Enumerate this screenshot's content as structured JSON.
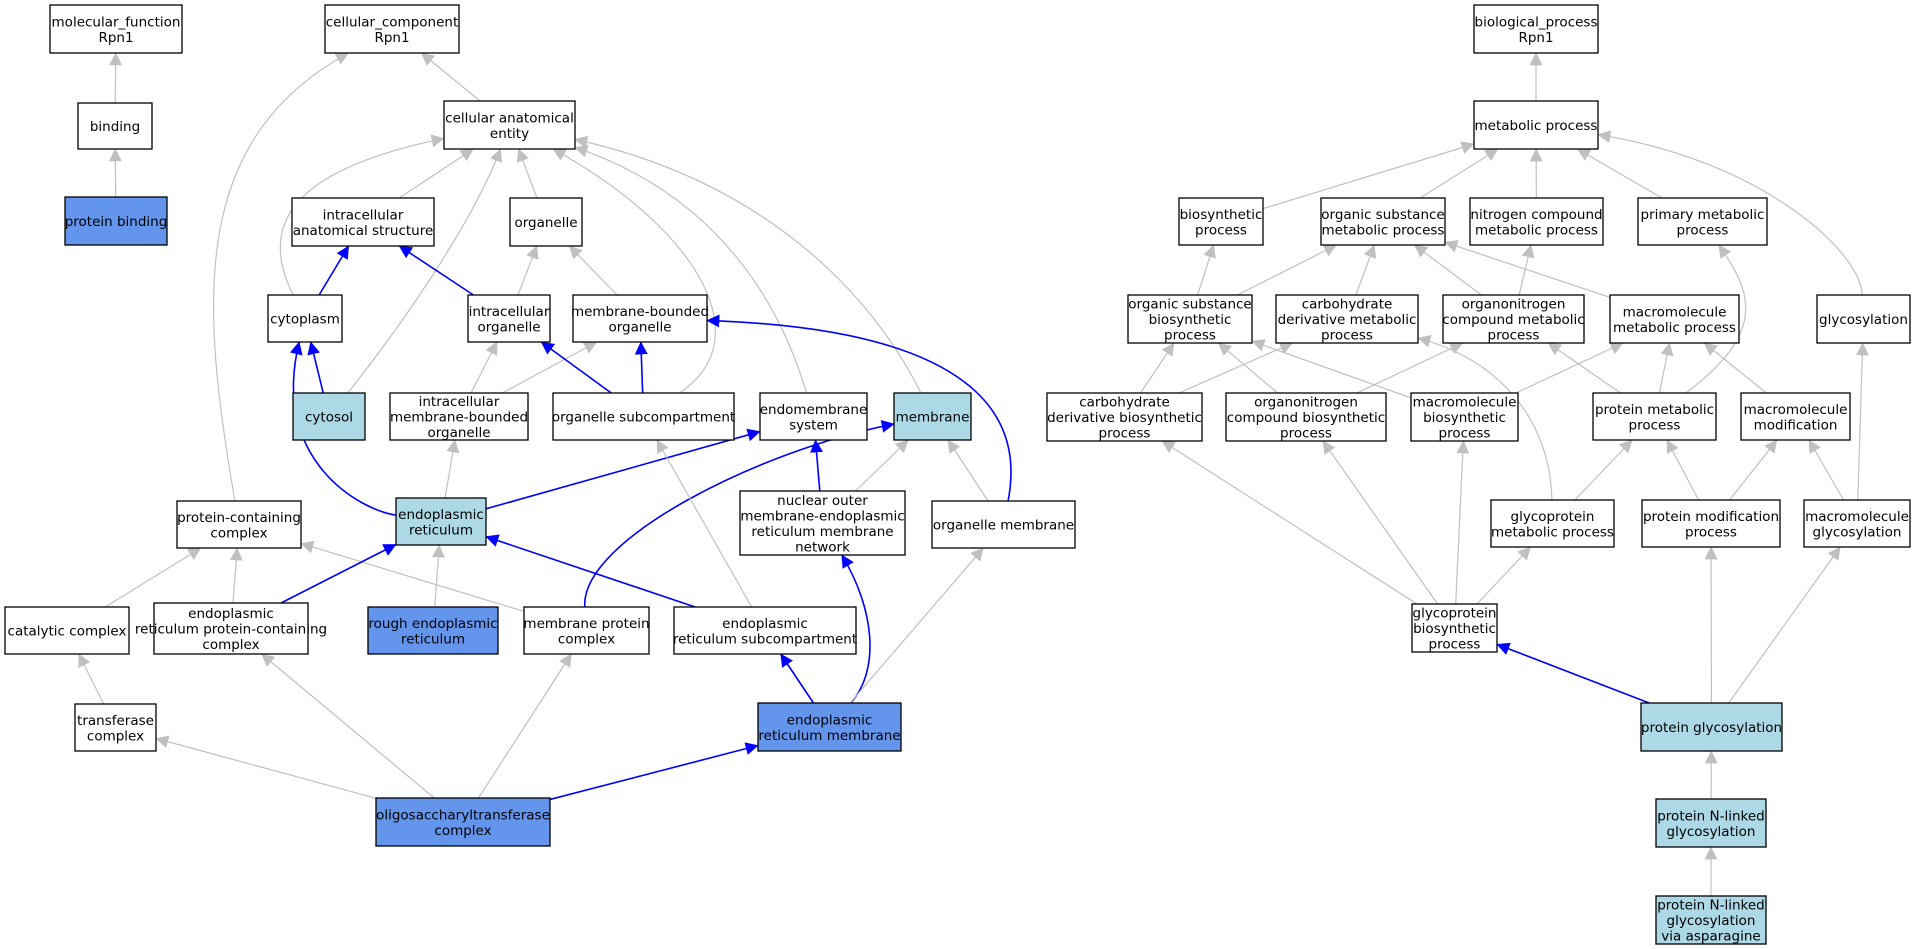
{
  "graph": {
    "colors": {
      "default_fill": "#ffffff",
      "direct_annotation_fill": "#6495ed",
      "ancestor_highlight_fill": "#add8e6",
      "stroke": "#000000",
      "is_a_edge": "#c0c0c0",
      "part_of_edge": "#0000ff"
    },
    "nodes": [
      {
        "id": "mf_root",
        "lines": [
          "molecular_function",
          "Rpn1"
        ],
        "style": "default"
      },
      {
        "id": "binding",
        "lines": [
          "binding"
        ],
        "style": "default"
      },
      {
        "id": "protein_binding",
        "lines": [
          "protein binding"
        ],
        "style": "direct"
      },
      {
        "id": "cc_root",
        "lines": [
          "cellular_component",
          "Rpn1"
        ],
        "style": "default"
      },
      {
        "id": "cellular_anatomical_entity",
        "lines": [
          "cellular anatomical",
          "entity"
        ],
        "style": "default"
      },
      {
        "id": "intracellular_anatomical_structure",
        "lines": [
          "intracellular",
          "anatomical structure"
        ],
        "style": "default"
      },
      {
        "id": "organelle",
        "lines": [
          "organelle"
        ],
        "style": "default"
      },
      {
        "id": "cytoplasm",
        "lines": [
          "cytoplasm"
        ],
        "style": "default"
      },
      {
        "id": "intracellular_organelle",
        "lines": [
          "intracellular",
          "organelle"
        ],
        "style": "default"
      },
      {
        "id": "membrane_bounded_organelle",
        "lines": [
          "membrane-bounded",
          "organelle"
        ],
        "style": "default"
      },
      {
        "id": "cytosol",
        "lines": [
          "cytosol"
        ],
        "style": "highlight"
      },
      {
        "id": "intracellular_membrane_bounded_organelle",
        "lines": [
          "intracellular",
          "membrane-bounded",
          "organelle"
        ],
        "style": "default"
      },
      {
        "id": "organelle_subcompartment",
        "lines": [
          "organelle subcompartment"
        ],
        "style": "default"
      },
      {
        "id": "endomembrane_system",
        "lines": [
          "endomembrane",
          "system"
        ],
        "style": "default"
      },
      {
        "id": "membrane",
        "lines": [
          "membrane"
        ],
        "style": "highlight"
      },
      {
        "id": "protein_containing_complex",
        "lines": [
          "protein-containing",
          "complex"
        ],
        "style": "default"
      },
      {
        "id": "endoplasmic_reticulum",
        "lines": [
          "endoplasmic",
          "reticulum"
        ],
        "style": "highlight"
      },
      {
        "id": "nuclear_outer_membrane_er_network",
        "lines": [
          "nuclear outer",
          "membrane-endoplasmic",
          "reticulum membrane",
          "network"
        ],
        "style": "default"
      },
      {
        "id": "organelle_membrane",
        "lines": [
          "organelle membrane"
        ],
        "style": "default"
      },
      {
        "id": "catalytic_complex",
        "lines": [
          "catalytic complex"
        ],
        "style": "default"
      },
      {
        "id": "er_protein_containing_complex",
        "lines": [
          "endoplasmic",
          "reticulum protein-containing",
          "complex"
        ],
        "style": "default"
      },
      {
        "id": "rough_endoplasmic_reticulum",
        "lines": [
          "rough endoplasmic",
          "reticulum"
        ],
        "style": "direct"
      },
      {
        "id": "membrane_protein_complex",
        "lines": [
          "membrane protein",
          "complex"
        ],
        "style": "default"
      },
      {
        "id": "er_subcompartment",
        "lines": [
          "endoplasmic",
          "reticulum subcompartment"
        ],
        "style": "default"
      },
      {
        "id": "transferase_complex",
        "lines": [
          "transferase",
          "complex"
        ],
        "style": "default"
      },
      {
        "id": "er_membrane",
        "lines": [
          "endoplasmic",
          "reticulum membrane"
        ],
        "style": "direct"
      },
      {
        "id": "ost_complex",
        "lines": [
          "oligosaccharyltransferase",
          "complex"
        ],
        "style": "direct"
      },
      {
        "id": "bp_root",
        "lines": [
          "biological_process",
          "Rpn1"
        ],
        "style": "default"
      },
      {
        "id": "metabolic_process",
        "lines": [
          "metabolic process"
        ],
        "style": "default"
      },
      {
        "id": "biosynthetic_process",
        "lines": [
          "biosynthetic",
          "process"
        ],
        "style": "default"
      },
      {
        "id": "organic_substance_metabolic_process",
        "lines": [
          "organic substance",
          "metabolic process"
        ],
        "style": "default"
      },
      {
        "id": "nitrogen_compound_metabolic_process",
        "lines": [
          "nitrogen compound",
          "metabolic process"
        ],
        "style": "default"
      },
      {
        "id": "primary_metabolic_process",
        "lines": [
          "primary metabolic",
          "process"
        ],
        "style": "default"
      },
      {
        "id": "organic_substance_biosynthetic_process",
        "lines": [
          "organic substance",
          "biosynthetic",
          "process"
        ],
        "style": "default"
      },
      {
        "id": "carbohydrate_derivative_metabolic_process",
        "lines": [
          "carbohydrate",
          "derivative metabolic",
          "process"
        ],
        "style": "default"
      },
      {
        "id": "organonitrogen_compound_metabolic_process",
        "lines": [
          "organonitrogen",
          "compound metabolic",
          "process"
        ],
        "style": "default"
      },
      {
        "id": "macromolecule_metabolic_process",
        "lines": [
          "macromolecule",
          "metabolic process"
        ],
        "style": "default"
      },
      {
        "id": "glycosylation",
        "lines": [
          "glycosylation"
        ],
        "style": "default"
      },
      {
        "id": "carbohydrate_derivative_biosynthetic_process",
        "lines": [
          "carbohydrate",
          "derivative biosynthetic",
          "process"
        ],
        "style": "default"
      },
      {
        "id": "organonitrogen_compound_biosynthetic_process",
        "lines": [
          "organonitrogen",
          "compound biosynthetic",
          "process"
        ],
        "style": "default"
      },
      {
        "id": "macromolecule_biosynthetic_process",
        "lines": [
          "macromolecule",
          "biosynthetic",
          "process"
        ],
        "style": "default"
      },
      {
        "id": "protein_metabolic_process",
        "lines": [
          "protein metabolic",
          "process"
        ],
        "style": "default"
      },
      {
        "id": "macromolecule_modification",
        "lines": [
          "macromolecule",
          "modification"
        ],
        "style": "default"
      },
      {
        "id": "glycoprotein_metabolic_process",
        "lines": [
          "glycoprotein",
          "metabolic process"
        ],
        "style": "default"
      },
      {
        "id": "protein_modification_process",
        "lines": [
          "protein modification",
          "process"
        ],
        "style": "default"
      },
      {
        "id": "macromolecule_glycosylation",
        "lines": [
          "macromolecule",
          "glycosylation"
        ],
        "style": "default"
      },
      {
        "id": "glycoprotein_biosynthetic_process",
        "lines": [
          "glycoprotein",
          "biosynthetic",
          "process"
        ],
        "style": "default"
      },
      {
        "id": "protein_glycosylation",
        "lines": [
          "protein glycosylation"
        ],
        "style": "highlight"
      },
      {
        "id": "protein_n_linked_glycosylation",
        "lines": [
          "protein N-linked",
          "glycosylation"
        ],
        "style": "highlight"
      },
      {
        "id": "protein_n_linked_glycosylation_via_asparagine",
        "lines": [
          "protein N-linked",
          "glycosylation",
          "via asparagine"
        ],
        "style": "highlight"
      }
    ],
    "edges": [
      {
        "from": "binding",
        "to": "mf_root",
        "type": "is_a"
      },
      {
        "from": "protein_binding",
        "to": "binding",
        "type": "is_a"
      },
      {
        "from": "cellular_anatomical_entity",
        "to": "cc_root",
        "type": "is_a"
      },
      {
        "from": "protein_containing_complex",
        "to": "cc_root",
        "type": "is_a"
      },
      {
        "from": "intracellular_anatomical_structure",
        "to": "cellular_anatomical_entity",
        "type": "is_a"
      },
      {
        "from": "organelle",
        "to": "cellular_anatomical_entity",
        "type": "is_a"
      },
      {
        "from": "cytoplasm",
        "to": "cellular_anatomical_entity",
        "type": "is_a"
      },
      {
        "from": "cytosol",
        "to": "cellular_anatomical_entity",
        "type": "is_a"
      },
      {
        "from": "organelle_subcompartment",
        "to": "cellular_anatomical_entity",
        "type": "is_a"
      },
      {
        "from": "endomembrane_system",
        "to": "cellular_anatomical_entity",
        "type": "is_a"
      },
      {
        "from": "membrane",
        "to": "cellular_anatomical_entity",
        "type": "is_a"
      },
      {
        "from": "cytoplasm",
        "to": "intracellular_anatomical_structure",
        "type": "part_of"
      },
      {
        "from": "intracellular_organelle",
        "to": "intracellular_anatomical_structure",
        "type": "part_of"
      },
      {
        "from": "intracellular_organelle",
        "to": "organelle",
        "type": "is_a"
      },
      {
        "from": "membrane_bounded_organelle",
        "to": "organelle",
        "type": "is_a"
      },
      {
        "from": "cytosol",
        "to": "cytoplasm",
        "type": "part_of"
      },
      {
        "from": "endoplasmic_reticulum",
        "to": "cytoplasm",
        "type": "part_of"
      },
      {
        "from": "intracellular_membrane_bounded_organelle",
        "to": "intracellular_organelle",
        "type": "is_a"
      },
      {
        "from": "intracellular_membrane_bounded_organelle",
        "to": "membrane_bounded_organelle",
        "type": "is_a"
      },
      {
        "from": "organelle_subcompartment",
        "to": "intracellular_organelle",
        "type": "part_of"
      },
      {
        "from": "organelle_subcompartment",
        "to": "membrane_bounded_organelle",
        "type": "part_of"
      },
      {
        "from": "organelle_membrane",
        "to": "membrane_bounded_organelle",
        "type": "part_of"
      },
      {
        "from": "endoplasmic_reticulum",
        "to": "intracellular_membrane_bounded_organelle",
        "type": "is_a"
      },
      {
        "from": "endoplasmic_reticulum",
        "to": "endomembrane_system",
        "type": "part_of"
      },
      {
        "from": "nuclear_outer_membrane_er_network",
        "to": "endomembrane_system",
        "type": "part_of"
      },
      {
        "from": "nuclear_outer_membrane_er_network",
        "to": "membrane",
        "type": "is_a"
      },
      {
        "from": "organelle_membrane",
        "to": "membrane",
        "type": "is_a"
      },
      {
        "from": "membrane_protein_complex",
        "to": "membrane",
        "type": "part_of"
      },
      {
        "from": "er_subcompartment",
        "to": "organelle_subcompartment",
        "type": "is_a"
      },
      {
        "from": "catalytic_complex",
        "to": "protein_containing_complex",
        "type": "is_a"
      },
      {
        "from": "er_protein_containing_complex",
        "to": "protein_containing_complex",
        "type": "is_a"
      },
      {
        "from": "membrane_protein_complex",
        "to": "protein_containing_complex",
        "type": "is_a"
      },
      {
        "from": "er_protein_containing_complex",
        "to": "endoplasmic_reticulum",
        "type": "part_of"
      },
      {
        "from": "rough_endoplasmic_reticulum",
        "to": "endoplasmic_reticulum",
        "type": "is_a"
      },
      {
        "from": "er_subcompartment",
        "to": "endoplasmic_reticulum",
        "type": "part_of"
      },
      {
        "from": "transferase_complex",
        "to": "catalytic_complex",
        "type": "is_a"
      },
      {
        "from": "er_membrane",
        "to": "er_subcompartment",
        "type": "part_of"
      },
      {
        "from": "er_membrane",
        "to": "nuclear_outer_membrane_er_network",
        "type": "part_of"
      },
      {
        "from": "er_membrane",
        "to": "organelle_membrane",
        "type": "is_a"
      },
      {
        "from": "ost_complex",
        "to": "transferase_complex",
        "type": "is_a"
      },
      {
        "from": "ost_complex",
        "to": "er_protein_containing_complex",
        "type": "is_a"
      },
      {
        "from": "ost_complex",
        "to": "membrane_protein_complex",
        "type": "is_a"
      },
      {
        "from": "ost_complex",
        "to": "er_membrane",
        "type": "part_of"
      },
      {
        "from": "metabolic_process",
        "to": "bp_root",
        "type": "is_a"
      },
      {
        "from": "biosynthetic_process",
        "to": "metabolic_process",
        "type": "is_a"
      },
      {
        "from": "organic_substance_metabolic_process",
        "to": "metabolic_process",
        "type": "is_a"
      },
      {
        "from": "nitrogen_compound_metabolic_process",
        "to": "metabolic_process",
        "type": "is_a"
      },
      {
        "from": "primary_metabolic_process",
        "to": "metabolic_process",
        "type": "is_a"
      },
      {
        "from": "glycosylation",
        "to": "metabolic_process",
        "type": "is_a"
      },
      {
        "from": "organic_substance_biosynthetic_process",
        "to": "biosynthetic_process",
        "type": "is_a"
      },
      {
        "from": "organic_substance_biosynthetic_process",
        "to": "organic_substance_metabolic_process",
        "type": "is_a"
      },
      {
        "from": "carbohydrate_derivative_metabolic_process",
        "to": "organic_substance_metabolic_process",
        "type": "is_a"
      },
      {
        "from": "organonitrogen_compound_metabolic_process",
        "to": "organic_substance_metabolic_process",
        "type": "is_a"
      },
      {
        "from": "macromolecule_metabolic_process",
        "to": "organic_substance_metabolic_process",
        "type": "is_a"
      },
      {
        "from": "organonitrogen_compound_metabolic_process",
        "to": "nitrogen_compound_metabolic_process",
        "type": "is_a"
      },
      {
        "from": "protein_metabolic_process",
        "to": "primary_metabolic_process",
        "type": "is_a"
      },
      {
        "from": "carbohydrate_derivative_biosynthetic_process",
        "to": "organic_substance_biosynthetic_process",
        "type": "is_a"
      },
      {
        "from": "organonitrogen_compound_biosynthetic_process",
        "to": "organic_substance_biosynthetic_process",
        "type": "is_a"
      },
      {
        "from": "macromolecule_biosynthetic_process",
        "to": "organic_substance_biosynthetic_process",
        "type": "is_a"
      },
      {
        "from": "carbohydrate_derivative_biosynthetic_process",
        "to": "carbohydrate_derivative_metabolic_process",
        "type": "is_a"
      },
      {
        "from": "glycoprotein_metabolic_process",
        "to": "carbohydrate_derivative_metabolic_process",
        "type": "is_a"
      },
      {
        "from": "organonitrogen_compound_biosynthetic_process",
        "to": "organonitrogen_compound_metabolic_process",
        "type": "is_a"
      },
      {
        "from": "protein_metabolic_process",
        "to": "organonitrogen_compound_metabolic_process",
        "type": "is_a"
      },
      {
        "from": "macromolecule_biosynthetic_process",
        "to": "macromolecule_metabolic_process",
        "type": "is_a"
      },
      {
        "from": "protein_metabolic_process",
        "to": "macromolecule_metabolic_process",
        "type": "is_a"
      },
      {
        "from": "macromolecule_modification",
        "to": "macromolecule_metabolic_process",
        "type": "is_a"
      },
      {
        "from": "macromolecule_glycosylation",
        "to": "glycosylation",
        "type": "is_a"
      },
      {
        "from": "glycoprotein_metabolic_process",
        "to": "protein_metabolic_process",
        "type": "is_a"
      },
      {
        "from": "protein_modification_process",
        "to": "protein_metabolic_process",
        "type": "is_a"
      },
      {
        "from": "protein_modification_process",
        "to": "macromolecule_modification",
        "type": "is_a"
      },
      {
        "from": "macromolecule_glycosylation",
        "to": "macromolecule_modification",
        "type": "is_a"
      },
      {
        "from": "glycoprotein_biosynthetic_process",
        "to": "carbohydrate_derivative_biosynthetic_process",
        "type": "is_a"
      },
      {
        "from": "glycoprotein_biosynthetic_process",
        "to": "organonitrogen_compound_biosynthetic_process",
        "type": "is_a"
      },
      {
        "from": "glycoprotein_biosynthetic_process",
        "to": "macromolecule_biosynthetic_process",
        "type": "is_a"
      },
      {
        "from": "glycoprotein_biosynthetic_process",
        "to": "glycoprotein_metabolic_process",
        "type": "is_a"
      },
      {
        "from": "protein_glycosylation",
        "to": "glycoprotein_biosynthetic_process",
        "type": "part_of"
      },
      {
        "from": "protein_glycosylation",
        "to": "protein_modification_process",
        "type": "is_a"
      },
      {
        "from": "protein_glycosylation",
        "to": "macromolecule_glycosylation",
        "type": "is_a"
      },
      {
        "from": "protein_n_linked_glycosylation",
        "to": "protein_glycosylation",
        "type": "is_a"
      },
      {
        "from": "protein_n_linked_glycosylation_via_asparagine",
        "to": "protein_n_linked_glycosylation",
        "type": "is_a"
      }
    ]
  }
}
